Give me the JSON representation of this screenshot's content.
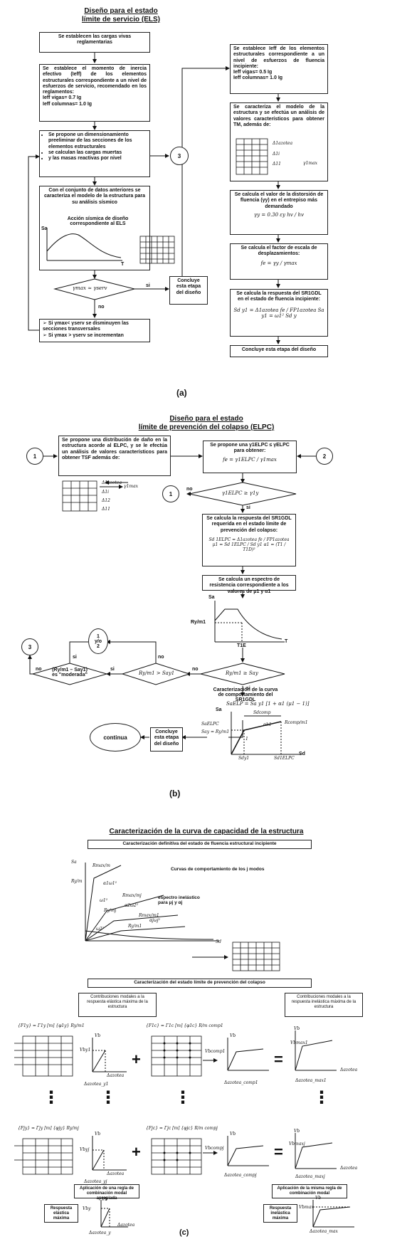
{
  "a": {
    "title": "Diseño para el estado",
    "title2": "límite de servicio (ELS)",
    "b1": "Se establecen las cargas vivas reglamentarias",
    "b2": "Se establece el momento de inercia efectivo (Ieff) de los elementos estructurales correspondiente a un nivel de esfuerzos de servicio, recomendado en los reglamentos:",
    "b2f1": "Ieff vigas= 0.7 Ig",
    "b2f2": "Ieff columnas= 1.0 Ig",
    "b3a": "Se propone un dimensionamiento preeliminar de las secciones de los elementos estructurales",
    "b3b": "se calculan las cargas muertas",
    "b3c": "y las masas reactivas por nivel",
    "b4": "Con el conjunto de datos anteriores se caracteriza el modelo de la estructura para su análisis sísmico",
    "spectrum_label": "Acción sísmica de diseño correspondiente al ELS",
    "sa": "Sa",
    "t": "T",
    "decision": "γmax ≈ γserv",
    "si": "si",
    "no": "no",
    "concluye": "Concluye esta etapa del diseño",
    "b5a": "Si γmax< γserv se disminuyen las secciones transversales",
    "b5b": "Si γmax > γserv se incrementan",
    "circle3": "3",
    "r1": "Se establece Ieff de los elementos estructurales correspondiente a un nivel de esfuerzos de fluencia incipiente:",
    "r1f1": "Ieff vigas= 0.5 Ig",
    "r1f2": "Ieff columnas= 1.0 Ig",
    "r2": "Se caracteriza el modelo de la estructura y se efectúa un análisis de valores característicos para obtener TM, además de:",
    "delta_azotea": "Δ1azotea",
    "delta_i": "Δ1i",
    "delta_1": "Δ11",
    "gamma1max": "γ1max",
    "r3": "Se calcula el valor de la distorsión de fluencia (γy) en el entrepiso más demandado",
    "r3f": "γy = 0.30 εy hv / hv",
    "r4": "Se calcula el factor de escala de desplazamientos:",
    "r4f": "fe = γy / γmax",
    "r5": "Se calcula la respuesta del SR1GDL en el estado de fluencia incipiente:",
    "r5f": "Sd y1 = Δ1azotea fe / FP1azotea     Sa y1 = ω1² Sd y",
    "r6": "Concluye esta etapa del diseño",
    "caption": "(a)"
  },
  "b": {
    "title": "Diseño para el estado",
    "title2": "límite de prevención del colapso (ELPC)",
    "c1": "1",
    "c2": "2",
    "c1b": "1",
    "c3": "3",
    "cy": "1\ny/o\n2",
    "l1": "Se propone una distribución de daño en la estructura acorde al ELPC, y se le efectúa un análisis de valores característicos para obtener TSF además de:",
    "r1": "Se propone una γ1ELPC ≤ γELPC para obtener:",
    "r1f": "fe = γ1ELPC / γ1max",
    "delta_azotea": "Δ1azotea",
    "delta_i": "Δ1i",
    "delta_2": "Δ12",
    "delta_1": "Δ11",
    "gamma1max": "γ1max",
    "dec1": "γ1ELPC ≥ γ1y",
    "no": "no",
    "si": "si",
    "r2": "Se calcula la respuesta del SR1GDL requerida en el estado límite de prevención del colapso:",
    "r2f": "Sd 1ELPC = Δ1azotea fe / FP1azotea    μ1 = Sd 1ELPC / Sd y1    α1 = (T1 / T1D)²",
    "r3": "Se calcula un espectro de resistencia correspondiente a los valores de μ1 y α1",
    "sa": "Sa",
    "rm": "Ry/m1",
    "t1": "T1E",
    "t": "T",
    "dec2": "Ry/m1 ≥ Say",
    "dec3": "Ry/m1 > Say1",
    "dec4": "(Ry/m1 – Say1) es \"moderada\"",
    "r4": "Caracterización de la curva de comportamiento del SR1GDL",
    "r4f": "SaELP = Sa y1 [1 + α1 (μ1 − 1)]",
    "concluye": "Concluye esta etapa del diseño",
    "continua": "continua",
    "g_sa": "Sa",
    "g_sd": "Sd",
    "g_saelpc": "SaELPC",
    "g_say": "Say = Ry/m1",
    "g_sdcomp": "Sdcomp",
    "g_rcomp": "Rcomp/m1",
    "g_sdy": "Sdy1",
    "g_sdelpc": "Sd1ELPC",
    "g_alpha": "αk1",
    "g_one": "1",
    "caption": "(b)"
  },
  "c": {
    "title": "Caracterización de la curva de capacidad de la estructura",
    "sub1": "Caracterización definitiva del estado de fluencia estructural incipiente",
    "sa": "Sa",
    "sd": "Sd",
    "rmax": "Rmax/m",
    "ry": "Ry/m",
    "curvas": "Curvas de comportamiento de los j modos",
    "espectro": "espectro inelástico para μj y αj",
    "rmaxj": "Rmax/mj",
    "ryj": "Ry/mj",
    "rmax1": "Rmax/m1",
    "ry1": "Ry/m1",
    "a1": "α1ω1²",
    "a2": "α2ω2²",
    "a3": "αjωj²",
    "w1": "ω1²",
    "w2": "ω2²",
    "sub2": "Caracterización del estado límite de prevención del colapso",
    "contrib1": "Contribuciones modales a la respuesta elástica máxima de la estructura",
    "contrib2": "Contribuciones modales a la respuesta inelástica máxima de la estructura",
    "f1": "{F1y} = Γ1y [m] {φ1y} Ry/m1",
    "f2": "{F1c} = Γ1c [m] {φ1c} R/m comp1",
    "f3": "{Fjy} = Γjy [m] {φjy} Ry/mj",
    "f4": "{Fjc} = Γjc [m] {φjc} R/m compj",
    "vb": "Vb",
    "vby1": "Vby1",
    "vbyj": "Vbyj",
    "vbcomp1": "Vbcomp1",
    "vbcompj": "Vbcompj",
    "vbmax1": "Vbmax1",
    "vbmaxj": "Vbmaxj",
    "daz": "Δazotea",
    "daz_y1": "Δazotea_y1",
    "daz_yj": "Δazotea_yj",
    "daz_c1": "Δazotea_comp1",
    "daz_cj": "Δazotea_compj",
    "daz_m1": "Δazotea_max1",
    "daz_mj": "Δazotea_maxj",
    "comb1": "Aplicación de una regla de combinación modal apropiada",
    "comb2": "Aplicación de la misma regla de combinación modal",
    "resp1": "Respuesta elástica máxima",
    "resp2": "Respuesta inelástica máxima",
    "vby": "Vby",
    "vbmax": "Vbmax",
    "daz_y": "Δazotea_y",
    "daz_max": "Δazotea_max",
    "plus": "+",
    "eq": "=",
    "dots": "⋮",
    "caption": "(c)"
  }
}
